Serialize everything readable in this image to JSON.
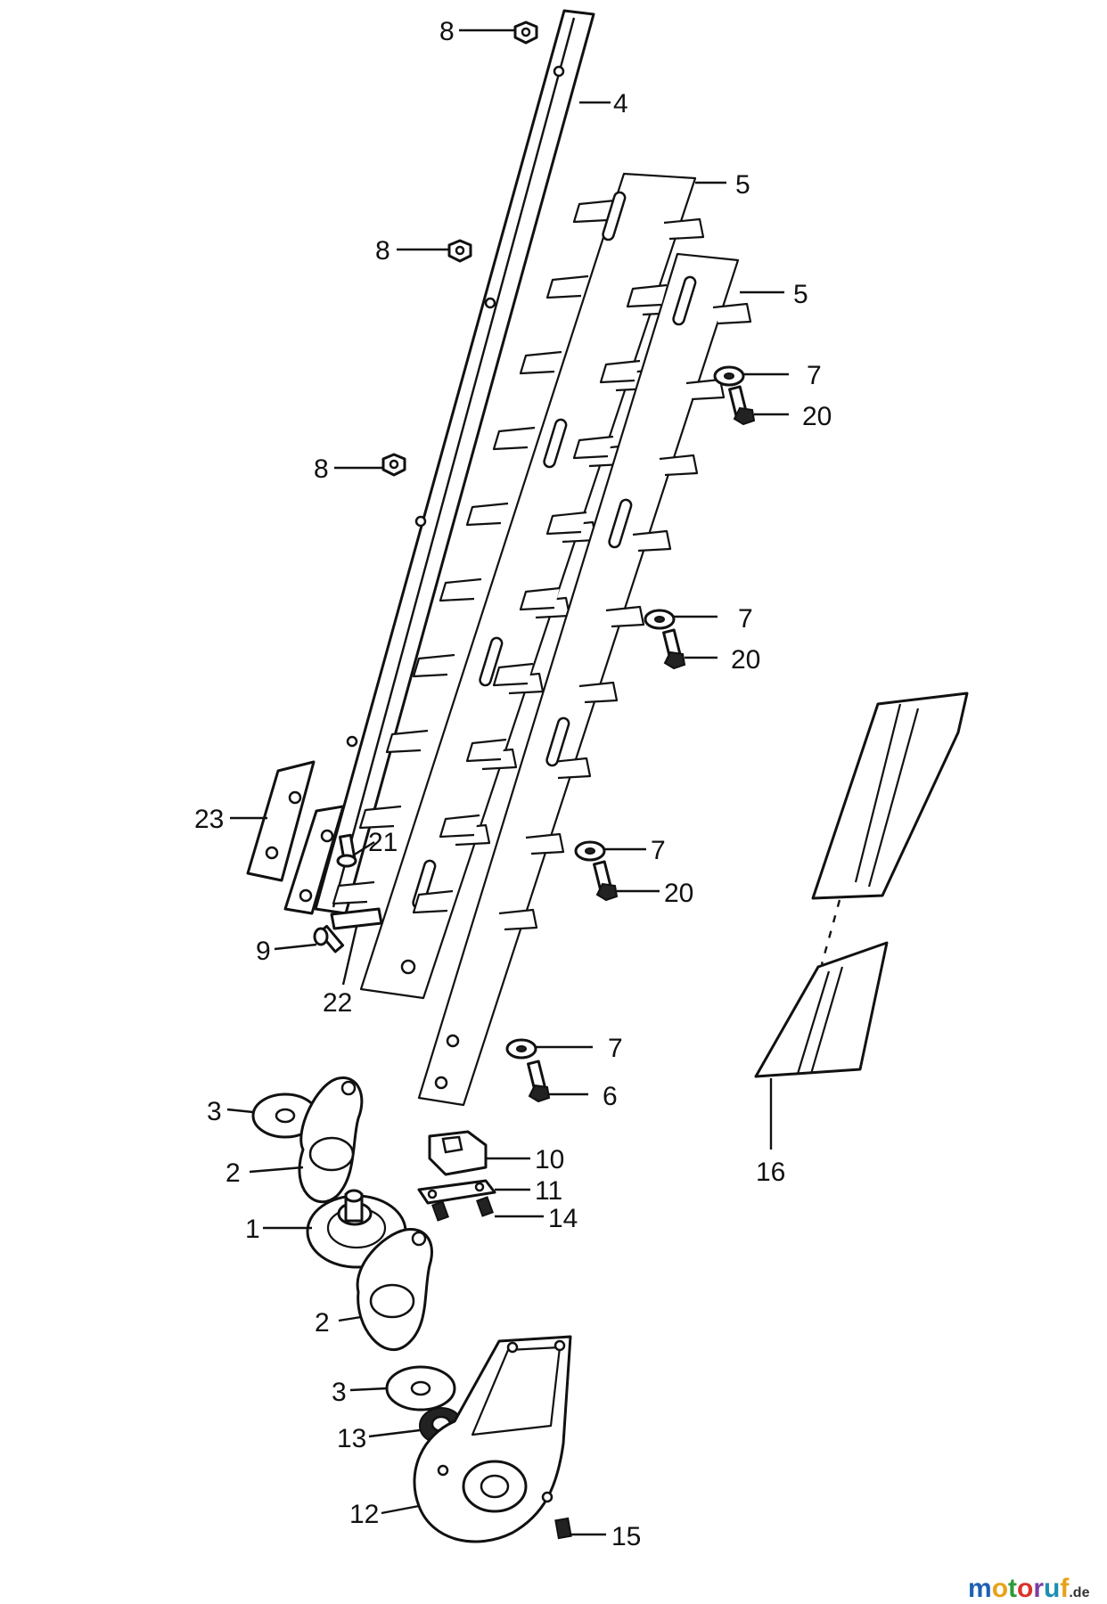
{
  "callouts": [
    {
      "label": "8"
    },
    {
      "label": "4"
    },
    {
      "label": "5"
    },
    {
      "label": "8"
    },
    {
      "label": "5"
    },
    {
      "label": "7"
    },
    {
      "label": "20"
    },
    {
      "label": "8"
    },
    {
      "label": "7"
    },
    {
      "label": "20"
    },
    {
      "label": "23"
    },
    {
      "label": "21"
    },
    {
      "label": "7"
    },
    {
      "label": "20"
    },
    {
      "label": "9"
    },
    {
      "label": "22"
    },
    {
      "label": "7"
    },
    {
      "label": "6"
    },
    {
      "label": "3"
    },
    {
      "label": "10"
    },
    {
      "label": "2"
    },
    {
      "label": "11"
    },
    {
      "label": "16"
    },
    {
      "label": "1"
    },
    {
      "label": "14"
    },
    {
      "label": "2"
    },
    {
      "label": "3"
    },
    {
      "label": "13"
    },
    {
      "label": "12"
    },
    {
      "label": "15"
    }
  ],
  "watermark": {
    "brand": "motoruf",
    "suffix": ".de",
    "colors": [
      "#1f5fb4",
      "#e8a21a",
      "#2f9a3a",
      "#d8342b",
      "#7a3fa0",
      "#1f8fb0",
      "#e8a21a"
    ]
  }
}
